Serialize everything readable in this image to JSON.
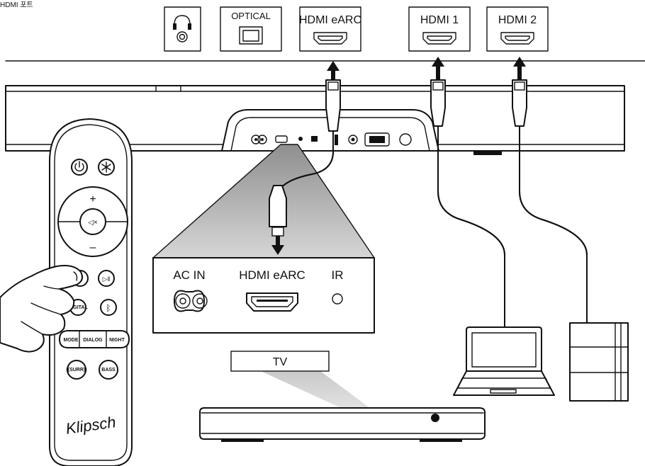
{
  "corner_label": "HDMI 포트",
  "top_ports": {
    "optical_label": "OPTICAL",
    "hdmi_earc_label": "HDMI eARC",
    "hdmi1_label": "HDMI 1",
    "hdmi2_label": "HDMI 2"
  },
  "rear_panel": {
    "ac_in_label": "AC IN",
    "hdmi_earc_label": "HDMI eARC",
    "ir_label": "IR"
  },
  "remote": {
    "mute_glyph": "◁×",
    "plus_glyph": "+",
    "minus_glyph": "–",
    "tv_label": "TV",
    "play_pause_label": "▷‖",
    "digital_label": "DIGITAL",
    "bluetooth_glyph": "ᛒ",
    "mode_label": "MODE",
    "dialog_label": "DIALOG",
    "night_label": "NIGHT",
    "surr_label": "((SURR))",
    "bass_label": "BASS",
    "logo_text": "Klipsch"
  },
  "tv_label": "TV",
  "colors": {
    "line": "#111111",
    "background": "#ffffff",
    "funnel_gray": "#b4b4b4"
  }
}
